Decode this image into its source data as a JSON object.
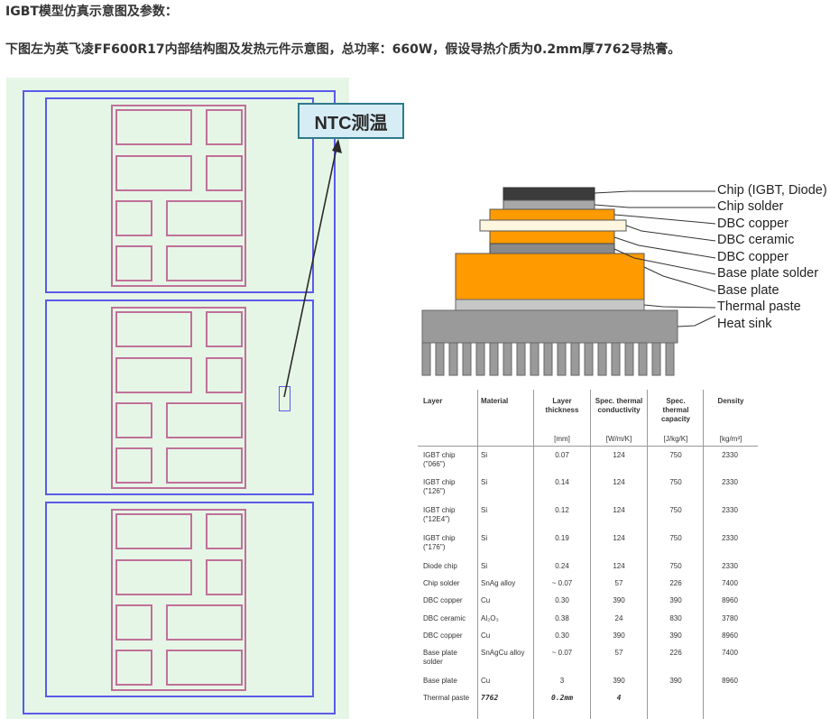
{
  "title": "IGBT模型仿真示意图及参数：",
  "description": "下图左为英飞凌FF600R17内部结构图及发热元件示意图，总功率：660W，假设导热介质为0.2mm厚7762导热膏。",
  "layout_figure": {
    "ntc_label": "NTC测温"
  },
  "stack_figure": {
    "layer_labels": [
      "Chip (IGBT, Diode)",
      "Chip solder",
      "DBC copper",
      "DBC ceramic",
      "DBC copper",
      "Base plate solder",
      "Base plate",
      "Thermal paste",
      "Heat sink"
    ],
    "colors": {
      "chip": "#3b3b3b",
      "solder": "#a8a8a8",
      "copper": "#ff9a00",
      "ceramic": "#fff6df",
      "paste": "#c7c7c7",
      "heatsink": "#9a9a9a"
    }
  },
  "table": {
    "headers": [
      "Layer",
      "Material",
      "Layer thickness",
      "Spec. thermal conductivity",
      "Spec. thermal capacity",
      "Density"
    ],
    "units": [
      "",
      "",
      "[mm]",
      "[W/m/K]",
      "[J/kg/K]",
      "[kg/m³]"
    ],
    "rows": [
      {
        "layer": "IGBT chip (\"066\")",
        "material": "Si",
        "thickness": "0.07",
        "conductivity": "124",
        "capacity": "750",
        "density": "2330"
      },
      {
        "layer": "IGBT chip (\"126\")",
        "material": "Si",
        "thickness": "0.14",
        "conductivity": "124",
        "capacity": "750",
        "density": "2330"
      },
      {
        "layer": "IGBT chip (\"12E4\")",
        "material": "Si",
        "thickness": "0.12",
        "conductivity": "124",
        "capacity": "750",
        "density": "2330"
      },
      {
        "layer": "IGBT chip (\"176\")",
        "material": "Si",
        "thickness": "0.19",
        "conductivity": "124",
        "capacity": "750",
        "density": "2330"
      },
      {
        "layer": "Diode chip",
        "material": "Si",
        "thickness": "0.24",
        "conductivity": "124",
        "capacity": "750",
        "density": "2330"
      },
      {
        "layer": "Chip solder",
        "material": "SnAg alloy",
        "thickness": "~ 0.07",
        "conductivity": "57",
        "capacity": "226",
        "density": "7400"
      },
      {
        "layer": "DBC copper",
        "material": "Cu",
        "thickness": "0.30",
        "conductivity": "390",
        "capacity": "390",
        "density": "8960"
      },
      {
        "layer": "DBC ceramic",
        "material": "Al₂O₃",
        "thickness": "0.38",
        "conductivity": "24",
        "capacity": "830",
        "density": "3780"
      },
      {
        "layer": "DBC copper",
        "material": "Cu",
        "thickness": "0.30",
        "conductivity": "390",
        "capacity": "390",
        "density": "8960"
      },
      {
        "layer": "Base plate solder",
        "material": "SnAgCu alloy",
        "thickness": "~ 0.07",
        "conductivity": "57",
        "capacity": "226",
        "density": "7400"
      },
      {
        "layer": "Base plate",
        "material": "Cu",
        "thickness": "3",
        "conductivity": "390",
        "capacity": "390",
        "density": "8960"
      },
      {
        "layer": "Thermal paste",
        "material": "7762",
        "thickness": "0.2mm",
        "conductivity": "4",
        "capacity": "",
        "density": ""
      }
    ]
  }
}
